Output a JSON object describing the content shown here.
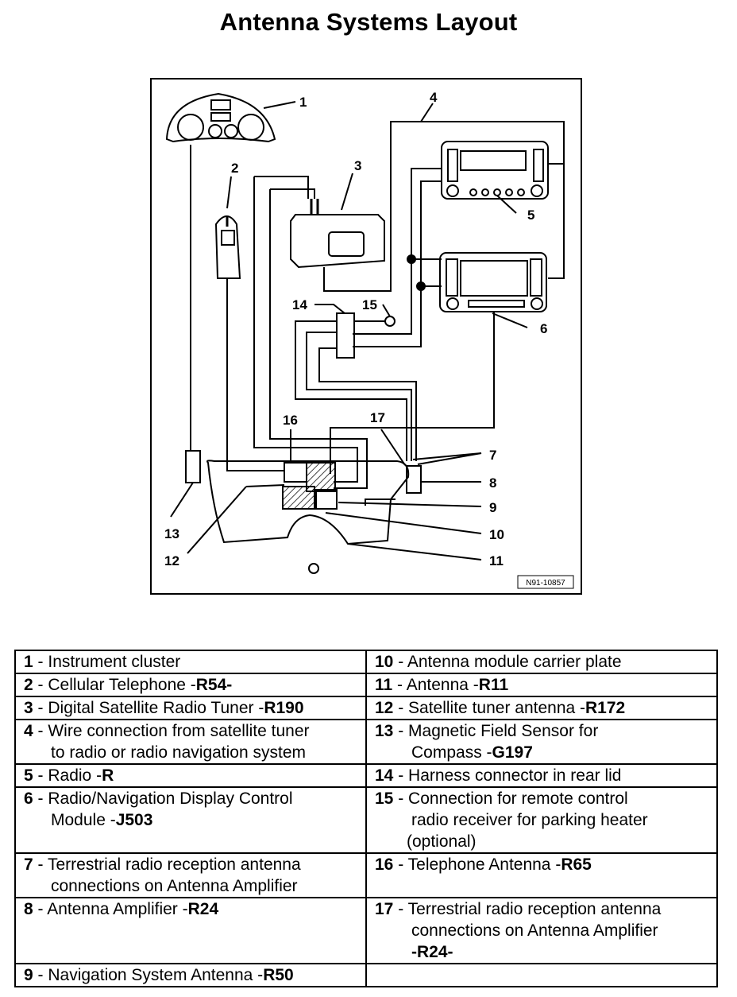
{
  "title": "Antenna Systems Layout",
  "diagram": {
    "callouts": [
      "1",
      "2",
      "3",
      "4",
      "5",
      "6",
      "7",
      "8",
      "9",
      "10",
      "11",
      "12",
      "13",
      "14",
      "15",
      "16",
      "17"
    ],
    "figure_id": "N91-10857"
  },
  "legend": {
    "items": [
      {
        "num": "1",
        "sep": " - ",
        "text": "Instrument cluster",
        "code": "",
        "text2": ""
      },
      {
        "num": "2",
        "sep": " - ",
        "text": "Cellular Telephone -",
        "code": "R54",
        "text2": "-"
      },
      {
        "num": "3",
        "sep": " - ",
        "text": "Digital Satellite Radio Tuner -",
        "code": "R190",
        "text2": ""
      },
      {
        "num": "4",
        "sep": " - ",
        "text": "Wire connection from satellite tuner",
        "code": "",
        "text2": "",
        "cont": "to radio or radio navigation system"
      },
      {
        "num": "5",
        "sep": " - ",
        "text": "Radio -",
        "code": "R",
        "text2": ""
      },
      {
        "num": "6",
        "sep": " - ",
        "text": "Radio/Navigation Display Control",
        "code": "",
        "text2": "",
        "cont": "Module -",
        "cont_code": "J503"
      },
      {
        "num": "7",
        "sep": " - ",
        "text": "Terrestrial radio reception antenna",
        "code": "",
        "text2": "",
        "cont": "connections on Antenna Amplifier"
      },
      {
        "num": "8",
        "sep": " - ",
        "text": "Antenna Amplifier -",
        "code": "R24",
        "text2": ""
      },
      {
        "num": "9",
        "sep": " - ",
        "text": "Navigation System Antenna -",
        "code": "R50",
        "text2": ""
      },
      {
        "num": "10",
        "sep": " - ",
        "text": "Antenna module carrier plate",
        "code": "",
        "text2": ""
      },
      {
        "num": "11",
        "sep": " - ",
        "text": "Antenna -",
        "code": "R11",
        "text2": ""
      },
      {
        "num": "12",
        "sep": " - ",
        "text": "Satellite tuner antenna -",
        "code": "R172",
        "text2": ""
      },
      {
        "num": "13",
        "sep": " - ",
        "text": "Magnetic Field Sensor for",
        "code": "",
        "text2": "",
        "cont": "Compass -",
        "cont_code": "G197"
      },
      {
        "num": "14",
        "sep": " - ",
        "text": "Harness connector in rear lid",
        "code": "",
        "text2": ""
      },
      {
        "num": "15",
        "sep": " - ",
        "text": "Connection for remote control",
        "code": "",
        "text2": "",
        "cont": "radio receiver for parking heater",
        "cont2": "(optional)"
      },
      {
        "num": "16",
        "sep": " - ",
        "text": "Telephone Antenna -",
        "code": "R65",
        "text2": ""
      },
      {
        "num": "17",
        "sep": " - ",
        "text": "Terrestrial radio reception antenna",
        "code": "",
        "text2": "",
        "cont": "connections on Antenna Amplifier",
        "cont_code2": "-R24-"
      }
    ]
  }
}
